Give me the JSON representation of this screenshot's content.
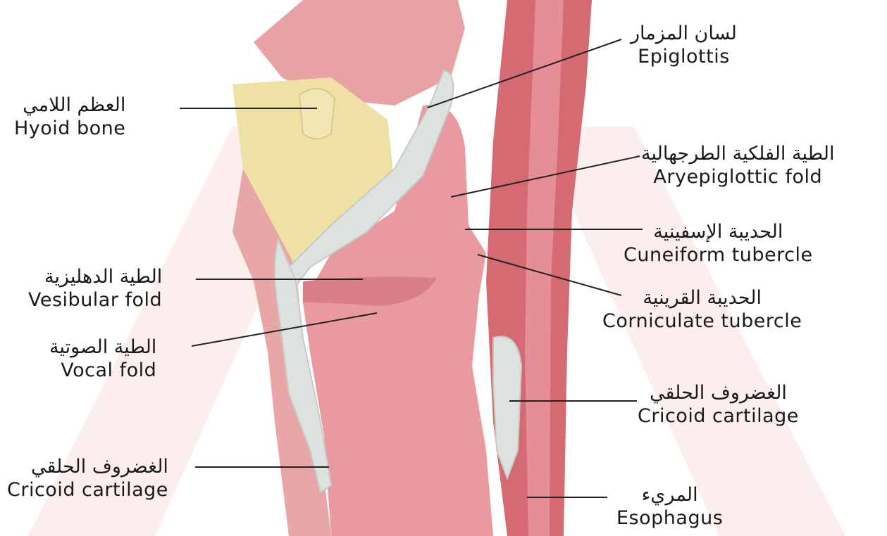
{
  "colors": {
    "watermark": "#fbe4e4",
    "muscle_dark": "#c9545f",
    "muscle": "#e07b85",
    "lumen": "#ee9ea3",
    "mucosa": "#f2b7b5",
    "cartilage": "#d9dedb",
    "fat": "#f0e1a6",
    "leader": "#222222"
  },
  "labels": [
    {
      "id": "epiglottis",
      "ar": "لسان المزمار",
      "en": "Epiglottis",
      "side": "right"
    },
    {
      "id": "hyoid",
      "ar": "العظم اللامي",
      "en": "Hyoid bone",
      "side": "left"
    },
    {
      "id": "aryepiglottic",
      "ar": "الطية الفلكية الطرجهالية",
      "en": "Aryepiglottic fold",
      "side": "right"
    },
    {
      "id": "cuneiform",
      "ar": "الحديبة الإسفينية",
      "en": "Cuneiform tubercle",
      "side": "right"
    },
    {
      "id": "vestibular",
      "ar": "الطية الدهليزية",
      "en": "Vesibular fold",
      "side": "left"
    },
    {
      "id": "corniculate",
      "ar": "الحديبة القرينية",
      "en": "Corniculate tubercle",
      "side": "right"
    },
    {
      "id": "vocal",
      "ar": "الطية الصوتية",
      "en": "Vocal fold",
      "side": "left"
    },
    {
      "id": "cricoid_right",
      "ar": "الغضروف الحلقي",
      "en": "Cricoid cartilage",
      "side": "right"
    },
    {
      "id": "cricoid_left",
      "ar": "الغضروف الحلقي",
      "en": "Cricoid cartilage",
      "side": "left"
    },
    {
      "id": "esophagus",
      "ar": "المريء",
      "en": "Esophagus",
      "side": "right"
    }
  ]
}
